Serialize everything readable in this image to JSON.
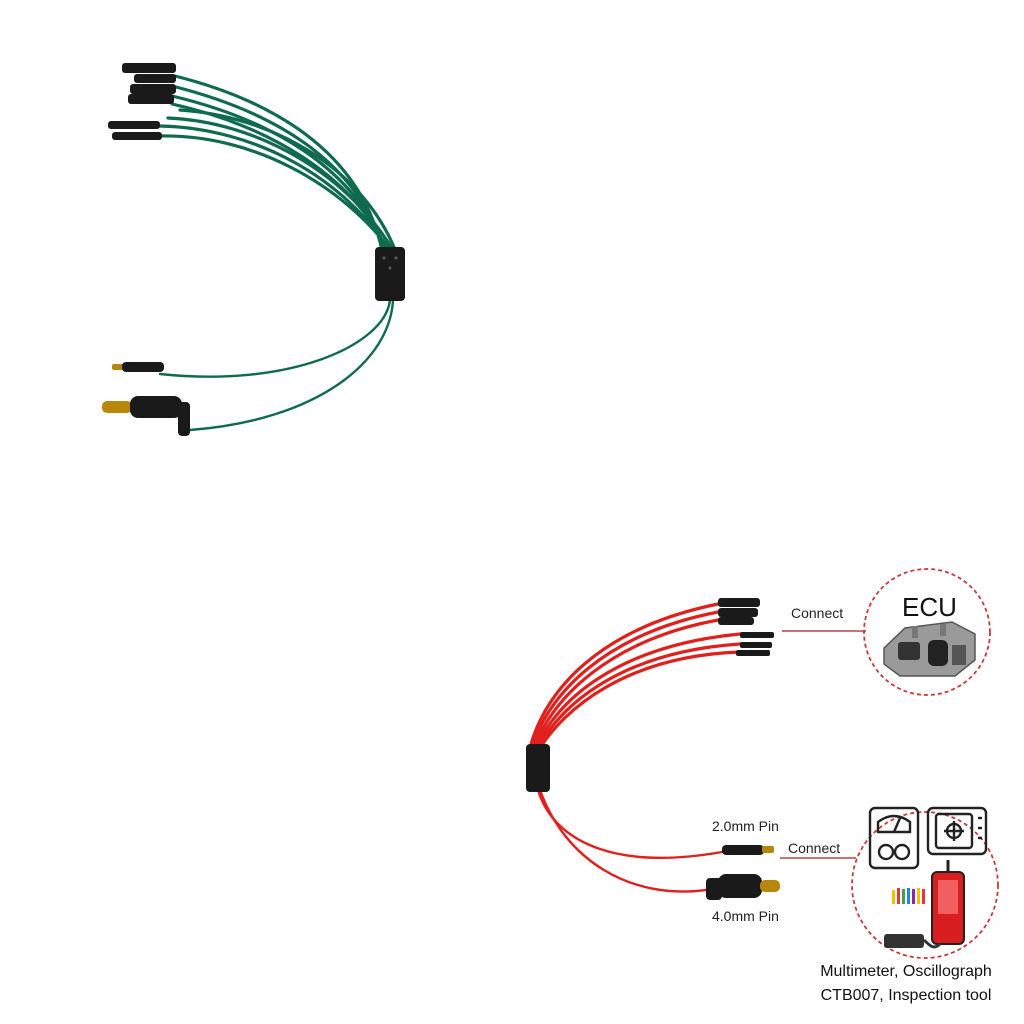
{
  "colors": {
    "green_cable": "#0e6b4d",
    "red_cable": "#e0201c",
    "connector": "#1a1a1a",
    "brass": "#b8860b",
    "dashed_circle": "#c73a3a",
    "connect_line": "#b44545"
  },
  "callouts": {
    "connect_ecu": "Connect",
    "connect_tool": "Connect",
    "pin_small": "2.0mm Pin",
    "pin_large": "4.0mm Pin"
  },
  "ecu_badge": {
    "title": "ECU"
  },
  "tools_badge": {
    "caption_line1": "Multimeter, Oscillograph",
    "caption_line2": "CTB007, Inspection tool",
    "icons": [
      "multimeter-icon",
      "oscilloscope-icon",
      "tester-device-icon"
    ]
  }
}
